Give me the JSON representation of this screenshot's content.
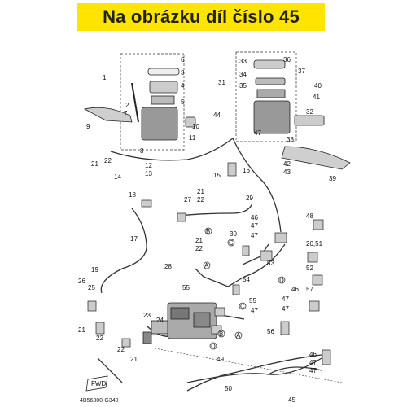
{
  "banner": {
    "text": "Na obrázku díl číslo 45",
    "color": "#ffe400"
  },
  "diagram": {
    "code": "4B56300-G340",
    "fwd_badge": "FWD",
    "circle_letters": [
      "A",
      "B",
      "C",
      "D"
    ],
    "part_labels": [
      "1",
      "2",
      "3",
      "4",
      "5",
      "6",
      "7",
      "8",
      "9",
      "10",
      "11",
      "12",
      "13",
      "14",
      "15",
      "16",
      "17",
      "18",
      "19",
      "20,51",
      "21",
      "22",
      "23",
      "24",
      "25",
      "26",
      "27",
      "28",
      "29",
      "30",
      "31",
      "32",
      "33",
      "34",
      "35",
      "36",
      "37",
      "38",
      "39",
      "40",
      "41",
      "42",
      "43",
      "44",
      "45",
      "46",
      "47",
      "48",
      "49",
      "50",
      "52",
      "53",
      "54",
      "55",
      "56",
      "57"
    ]
  }
}
